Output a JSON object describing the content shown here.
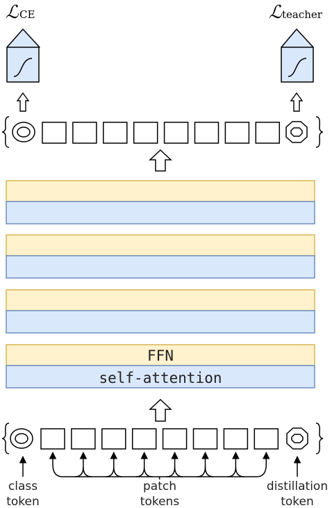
{
  "outputs": {
    "left_loss": {
      "symbol": "ℒ",
      "subscript": "CE"
    },
    "right_loss": {
      "symbol": "ℒ",
      "subscript": "teacher"
    }
  },
  "layers": {
    "ffn_label": "FFN",
    "attention_label": "self-attention",
    "count": 4
  },
  "tokens": {
    "class_label_line1": "class",
    "class_label_line2": "token",
    "patch_label_line1": "patch",
    "patch_label_line2": "tokens",
    "distillation_label_line1": "distillation",
    "distillation_label_line2": "token",
    "patch_count": 8
  },
  "colors": {
    "ffn_fill": "#fff2cc",
    "ffn_stroke": "#d6b656",
    "attn_fill": "#dae8fc",
    "attn_stroke": "#6c8ebf",
    "head_fill": "#dae8fc"
  }
}
